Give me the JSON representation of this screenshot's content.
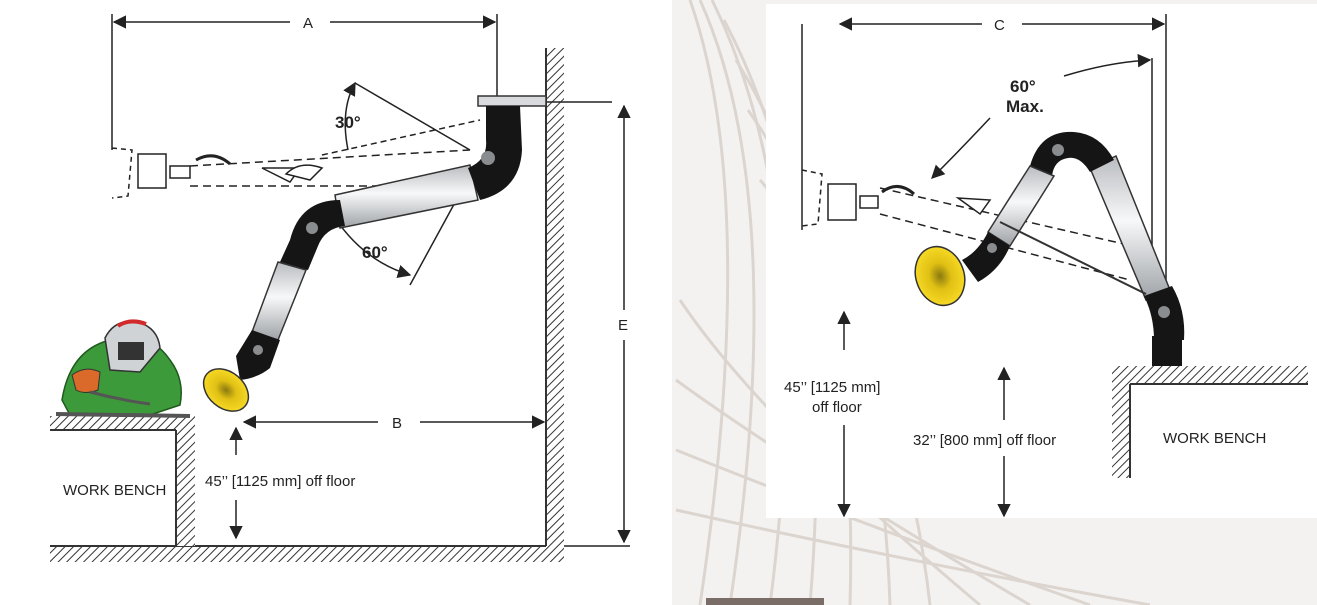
{
  "left_diagram": {
    "dim_a": "A",
    "dim_b": "B",
    "dim_e": "E",
    "angle_up": "30°",
    "angle_down": "60°",
    "height_note": "45’’ [1125 mm] off floor",
    "bench_label": "WORK BENCH"
  },
  "right_diagram": {
    "dim_c": "C",
    "angle_max_line1": "60°",
    "angle_max_line2": "Max.",
    "height_note_1_line1": "45’’ [1125 mm]",
    "height_note_1_line2": "off floor",
    "height_note_2": "32’’ [800 mm] off floor",
    "bench_label": "WORK BENCH"
  },
  "colors": {
    "hood_yellow": "#f2d21a",
    "arm_tube": "#e6e8ea",
    "joint_black": "#151515",
    "line": "#222222",
    "welder_green": "#3d9a3a"
  }
}
